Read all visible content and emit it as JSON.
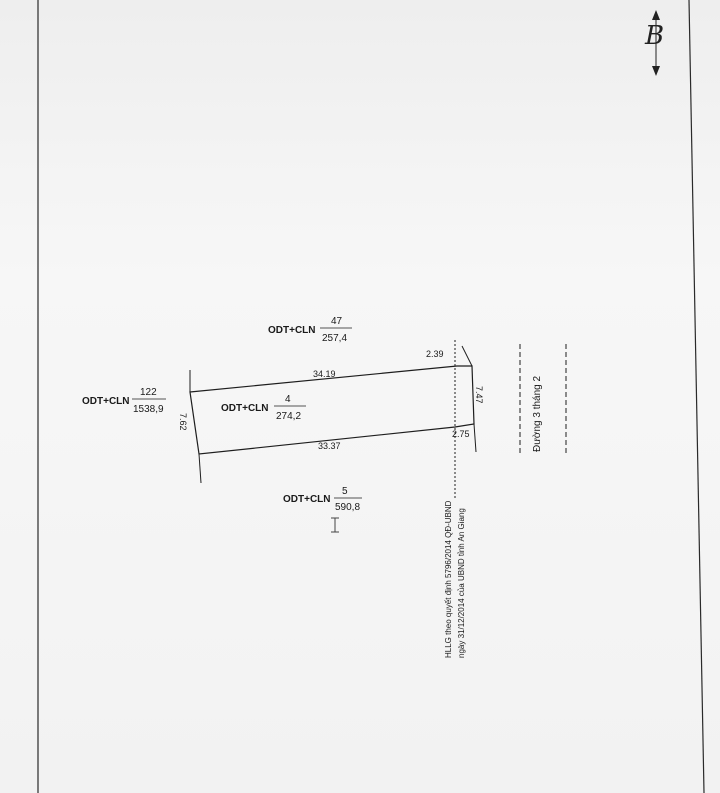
{
  "north_marker": {
    "letter": "B",
    "icon": "north-arrow-icon"
  },
  "parcels": {
    "north": {
      "use": "ODT+CLN",
      "number": "47",
      "area": "257,4"
    },
    "subject": {
      "use": "ODT+CLN",
      "number": "4",
      "area": "274,2"
    },
    "west": {
      "use": "ODT+CLN",
      "number": "122",
      "area": "1538,9"
    },
    "south": {
      "use": "ODT+CLN",
      "number": "5",
      "area": "590,8"
    }
  },
  "dimensions": {
    "top": "34.19",
    "bottom": "33.37",
    "left": "7.62",
    "right": "7.47",
    "offset_top": "2.39",
    "offset_bottom": "2.75"
  },
  "road": {
    "name": "Đường 3 tháng 2"
  },
  "legal_note": {
    "line1": "HLLG theo quyết định 5796/2014 QĐ-UBND",
    "line2": "ngày 31/12/2014 của UBND tỉnh An Giang"
  },
  "colors": {
    "line": "#1e1e1e",
    "background": "#f3f3f3",
    "frame": "#2a2a2a"
  }
}
